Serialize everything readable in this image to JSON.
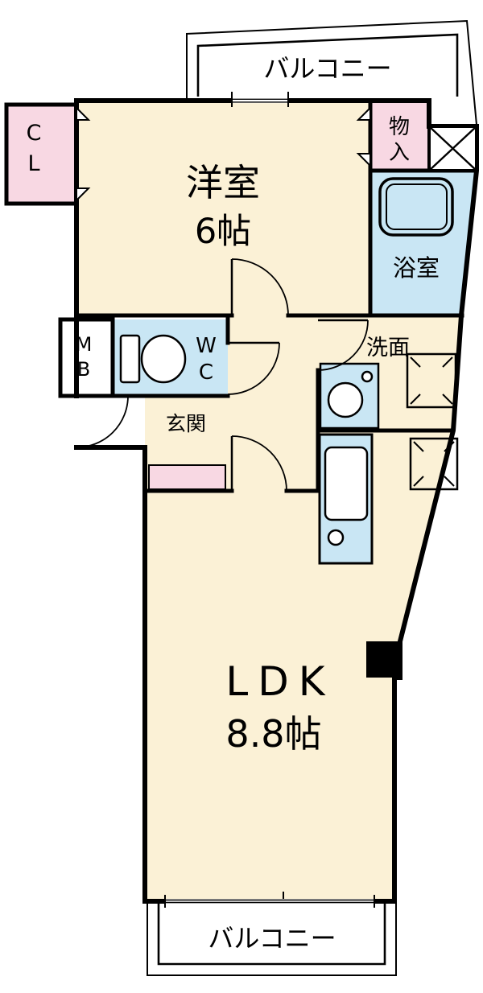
{
  "plan": {
    "balcony_top": {
      "label": "バルコニー"
    },
    "balcony_bottom": {
      "label": "バルコニー"
    },
    "closet": {
      "char1": "C",
      "char2": "L"
    },
    "western_room": {
      "name": "洋室",
      "size": "6帖"
    },
    "storage": {
      "char1": "物",
      "char2": "入"
    },
    "bathroom": {
      "label": "浴室"
    },
    "meter_box": {
      "char1": "M",
      "char2": "B"
    },
    "toilet": {
      "char1": "W",
      "char2": "C"
    },
    "washroom": {
      "label": "洗面"
    },
    "entrance": {
      "label": "玄関"
    },
    "ldk": {
      "name": "LDK",
      "size": "8.8帖"
    }
  },
  "colors": {
    "floor_cream": "#FBF1D6",
    "wet_area_blue": "#C9E6F4",
    "accent_pink": "#F8D8E3",
    "wall": "#000000",
    "background": "#FFFFFF"
  }
}
